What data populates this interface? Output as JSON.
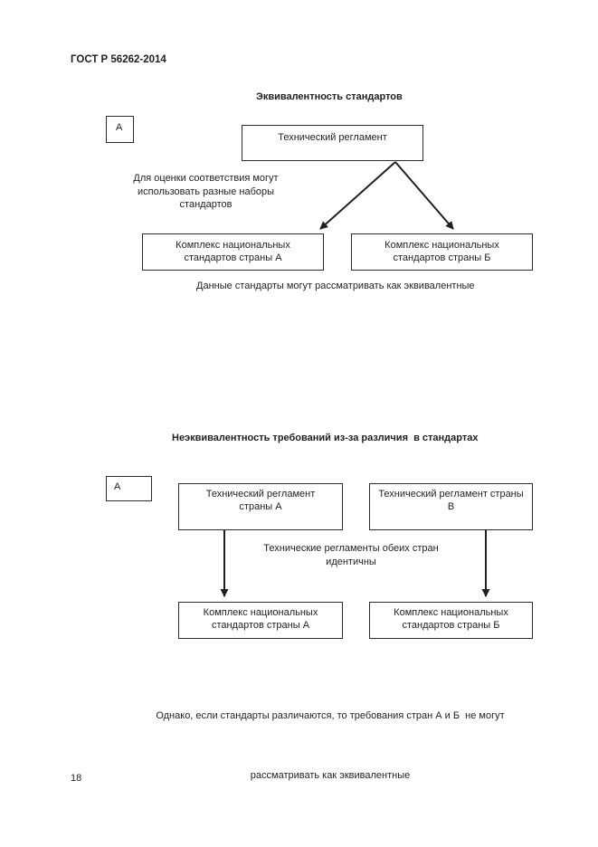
{
  "page": {
    "header": "ГОСТ Р 56262-2014",
    "page_number": "18"
  },
  "diagram1": {
    "title": "Эквивалентность стандартов",
    "label": "А",
    "top_box": "Технический регламент",
    "note_lines": [
      "Для оценки соответствия могут",
      "использовать разные наборы",
      "стандартов"
    ],
    "left_box_lines": [
      "Комплекс национальных",
      "стандартов страны А"
    ],
    "right_box_lines": [
      "Комплекс национальных",
      "стандартов страны Б"
    ],
    "caption": "Данные стандарты могут рассматривать как эквивалентные"
  },
  "diagram2": {
    "title": "Неэквивалентность требований из-за различия  в стандартах",
    "label": "А",
    "top_left_box_lines": [
      "Технический регламент",
      "страны А"
    ],
    "top_right_box_lines": [
      "Технический регламент страны",
      "В"
    ],
    "note_lines": [
      "Технические регламенты обеих стран",
      "идентичны"
    ],
    "bottom_left_box_lines": [
      "Комплекс национальных",
      "стандартов страны А"
    ],
    "bottom_right_box_lines": [
      "Комплекс национальных",
      "стандартов страны Б"
    ],
    "caption_lines": [
      "Однако, если стандарты различаются, то требования стран А и Б  не могут",
      "рассматривать как эквивалентные"
    ]
  }
}
